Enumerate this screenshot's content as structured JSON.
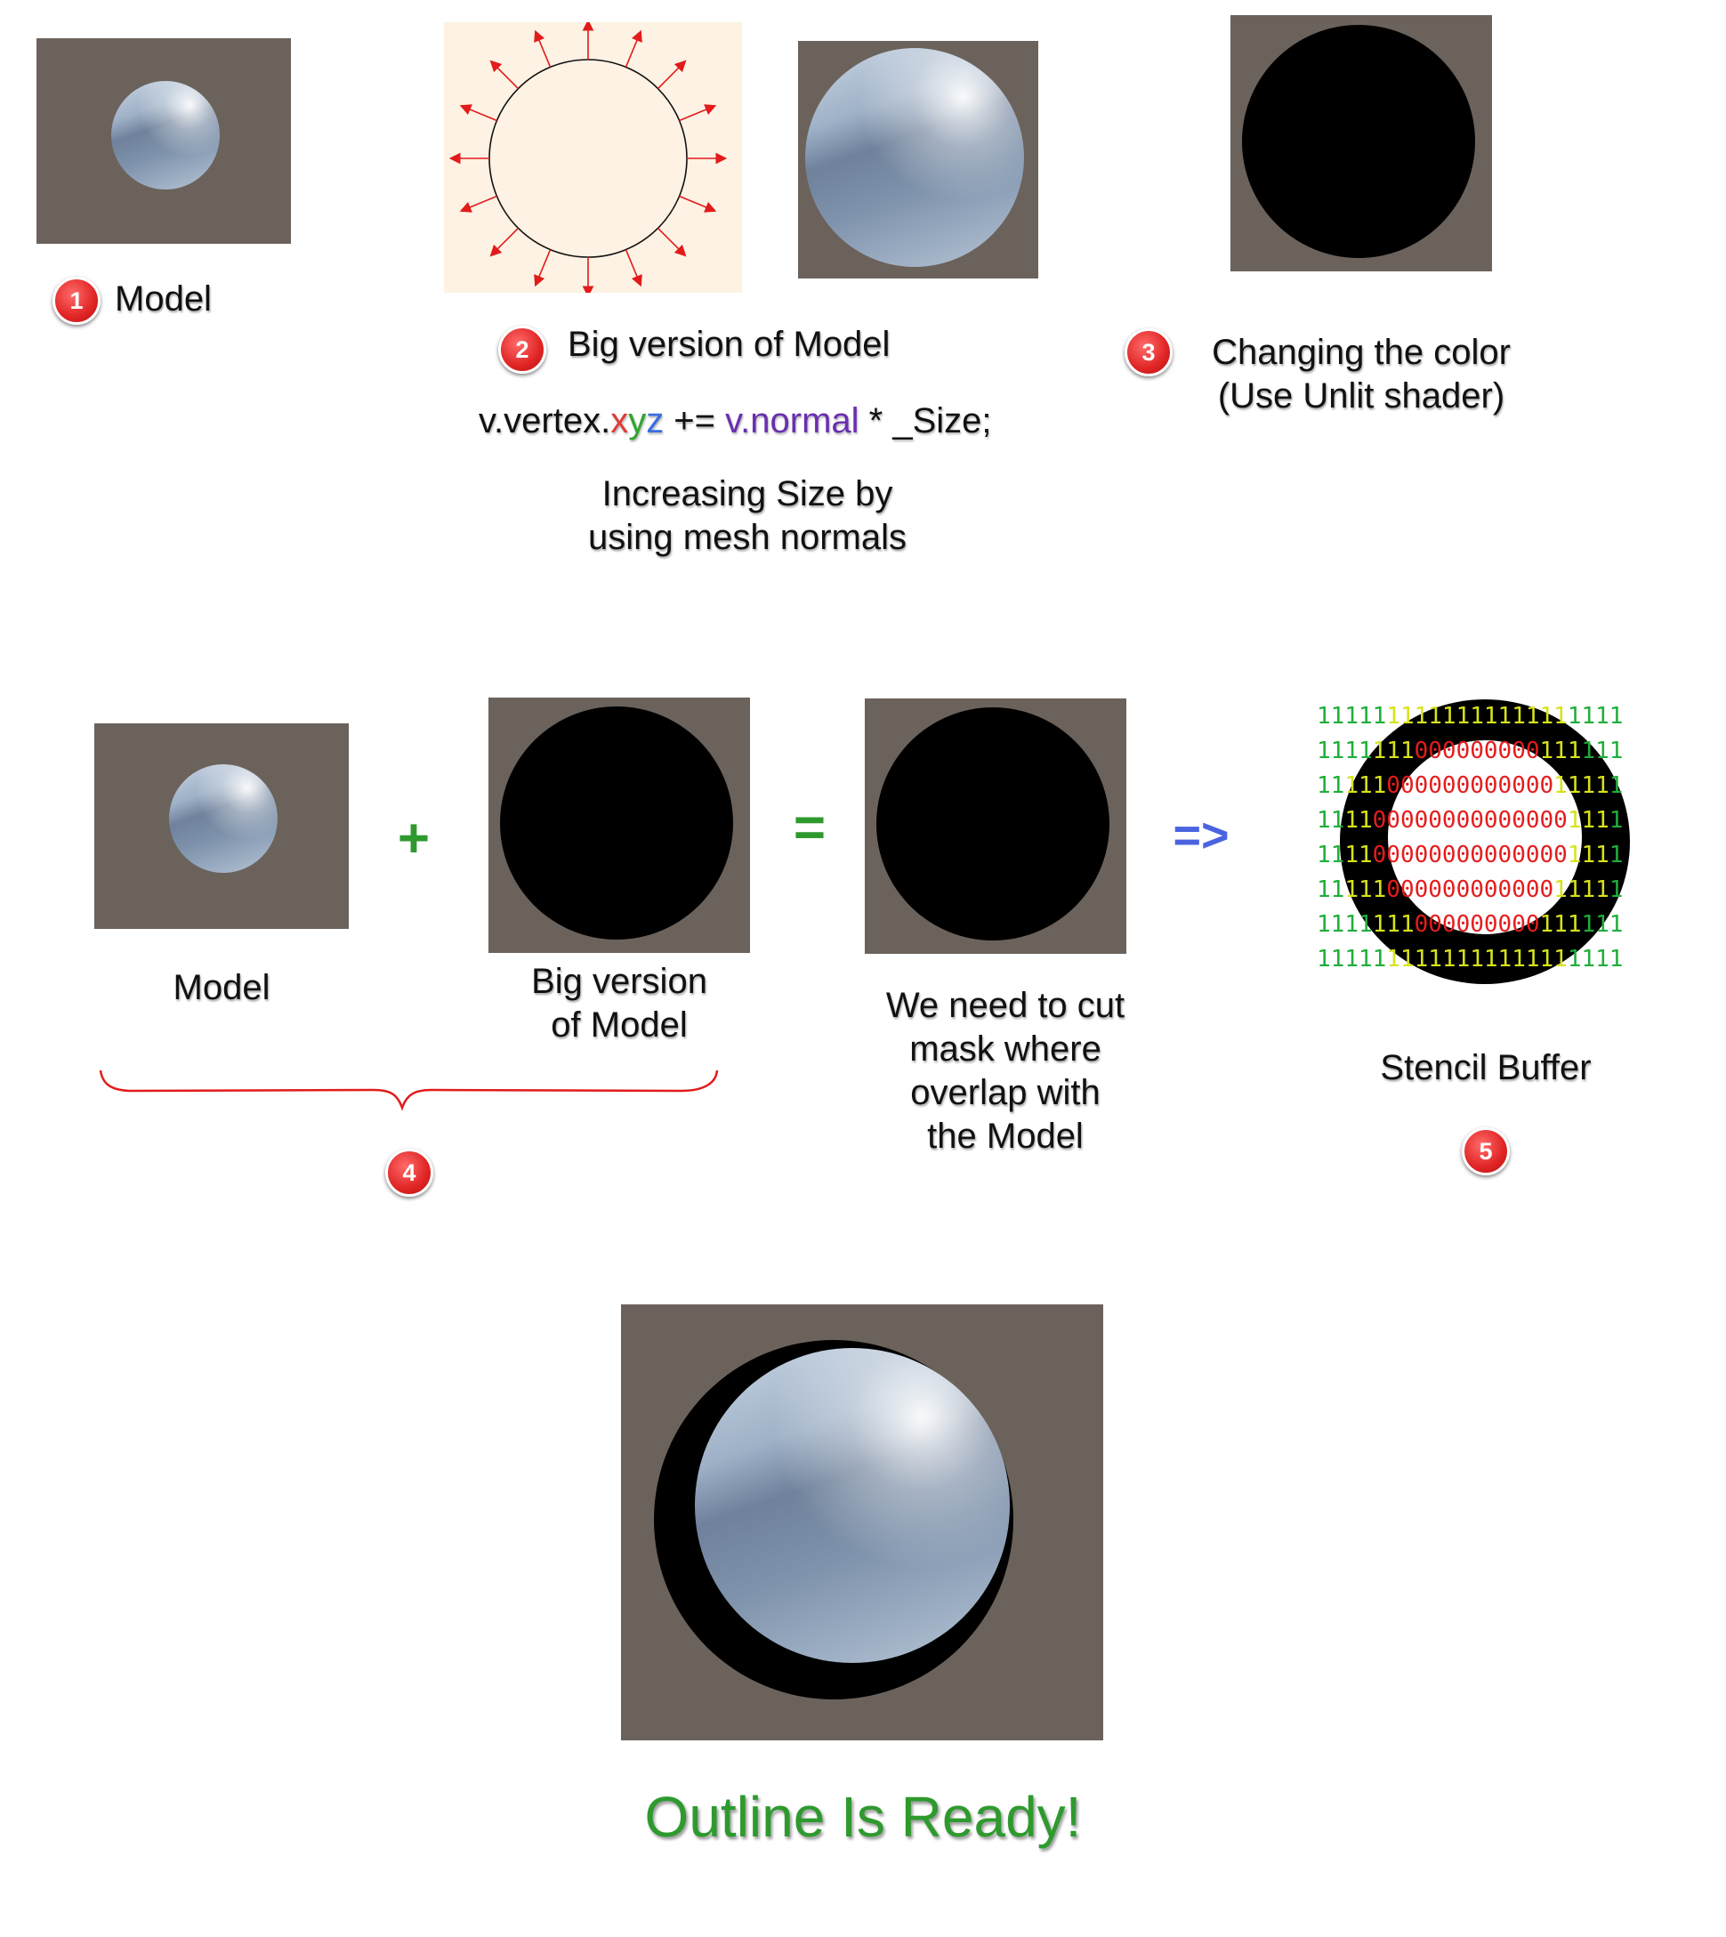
{
  "steps": {
    "step1": {
      "number": "1",
      "label": "Model"
    },
    "step2": {
      "number": "2",
      "label": "Big version of Model",
      "code": {
        "prefix": "v.vertex.",
        "x": "x",
        "y": "y",
        "z": "z",
        "op": " += ",
        "normal": "v.normal",
        "suffix": " * _Size;"
      },
      "description_line1": "Increasing Size by",
      "description_line2": "using mesh normals"
    },
    "step3": {
      "number": "3",
      "label_line1": "Changing the color",
      "label_line2": "(Use Unlit shader)"
    },
    "step4": {
      "number": "4"
    },
    "step5": {
      "number": "5",
      "label": "Stencil Buffer"
    }
  },
  "equation": {
    "model_label": "Model",
    "big_label_line1": "Big version",
    "big_label_line2": "of Model",
    "plus": "+",
    "equals": "=",
    "arrow": "=>",
    "cut_line1": "We need to cut",
    "cut_line2": "mask where",
    "cut_line3": "overlap with",
    "cut_line4": "the Model"
  },
  "stencil_rows": [
    "1111111111111111111111",
    "1111111000000000111111",
    "1111100000000000011111",
    "1111000000000000001111",
    "1111000000000000001111",
    "1111100000000000011111",
    "1111111000000000111111",
    "1111111111111111111111"
  ],
  "final_caption": "Outline Is Ready!",
  "colors": {
    "panel_bg": "#6b625b",
    "normal_bg": "#fdf2e3",
    "arrow_red": "#e21b1b",
    "code_x": "#e03a3a",
    "code_y": "#2fa52f",
    "code_z": "#3a6ee0",
    "code_normal": "#6a2fb0",
    "green": "#2e9a2e",
    "arrow_blue": "#4a63e0",
    "stencil_green": "#1fae3b",
    "stencil_yellow": "#d7e31a",
    "stencil_red": "#e51c1c"
  }
}
